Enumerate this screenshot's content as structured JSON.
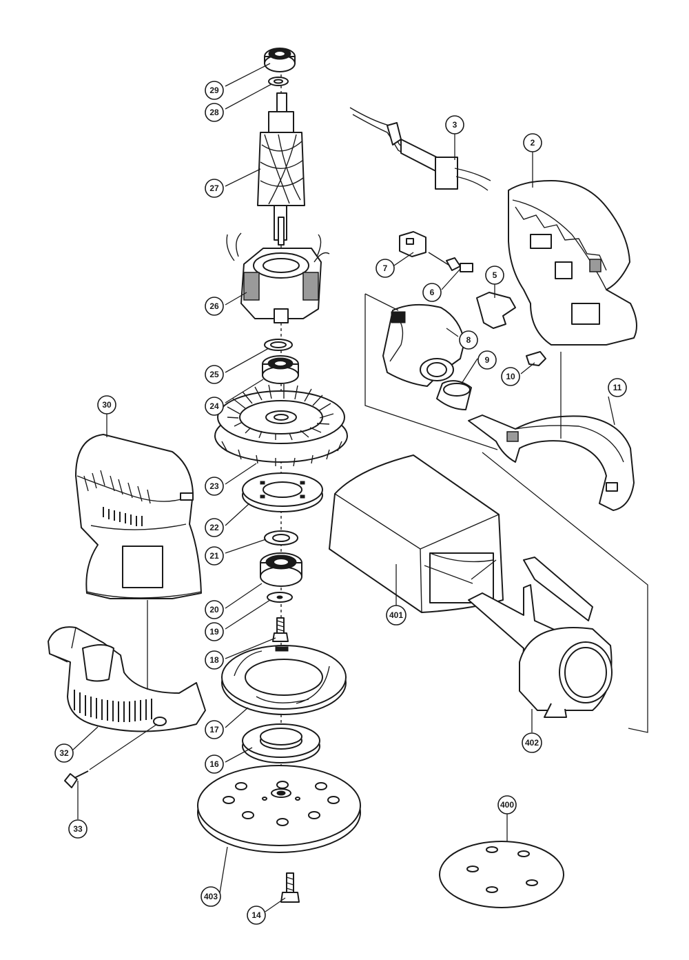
{
  "diagram": {
    "callouts": {
      "c2": "2",
      "c3": "3",
      "c5": "5",
      "c6": "6",
      "c7": "7",
      "c8": "8",
      "c9": "9",
      "c10": "10",
      "c11": "11",
      "c14": "14",
      "c16": "16",
      "c17": "17",
      "c18": "18",
      "c19": "19",
      "c20": "20",
      "c21": "21",
      "c22": "22",
      "c23": "23",
      "c24": "24",
      "c25": "25",
      "c26": "26",
      "c27": "27",
      "c28": "28",
      "c29": "29",
      "c30": "30",
      "c32": "32",
      "c33": "33",
      "c400": "400",
      "c401": "401",
      "c402": "402",
      "c403": "403"
    }
  }
}
